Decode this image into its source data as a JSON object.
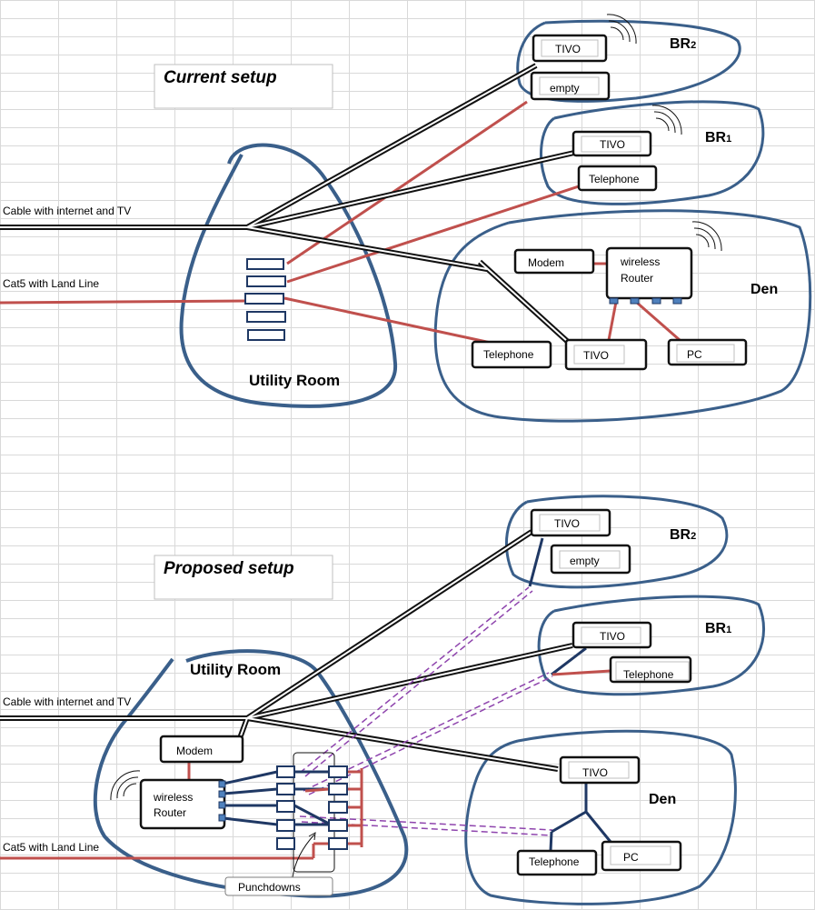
{
  "current": {
    "title": "Current setup",
    "cable_label": "Cable with internet and TV",
    "cat5_label": "Cat5 with Land Line",
    "utility_room": "Utility Room",
    "br2": {
      "label": "BR",
      "sub": "2",
      "tivo": "TIVO",
      "empty": "empty"
    },
    "br1": {
      "label": "BR",
      "sub": "1",
      "tivo": "TIVO",
      "telephone": "Telephone"
    },
    "den": {
      "label": "Den",
      "modem": "Modem",
      "router_line1": "wireless",
      "router_line2": "Router",
      "telephone": "Telephone",
      "tivo": "TIVO",
      "pc": "PC"
    }
  },
  "proposed": {
    "title": "Proposed setup",
    "cable_label": "Cable with internet and TV",
    "cat5_label": "Cat5 with Land Line",
    "utility_room": "Utility Room",
    "modem": "Modem",
    "router_line1": "wireless",
    "router_line2": "Router",
    "punchdowns": "Punchdowns",
    "br2": {
      "label": "BR",
      "sub": "2",
      "tivo": "TIVO",
      "empty": "empty"
    },
    "br1": {
      "label": "BR",
      "sub": "1",
      "tivo": "TIVO",
      "telephone": "Telephone"
    },
    "den": {
      "label": "Den",
      "tivo": "TIVO",
      "telephone": "Telephone",
      "pc": "PC"
    }
  },
  "colors": {
    "room_outline": "#3a5f8a",
    "phone_line": "#c0504d",
    "ethernet_line": "#1f3864",
    "wireless_dashed": "#8e44ad",
    "coax": "#111111"
  }
}
